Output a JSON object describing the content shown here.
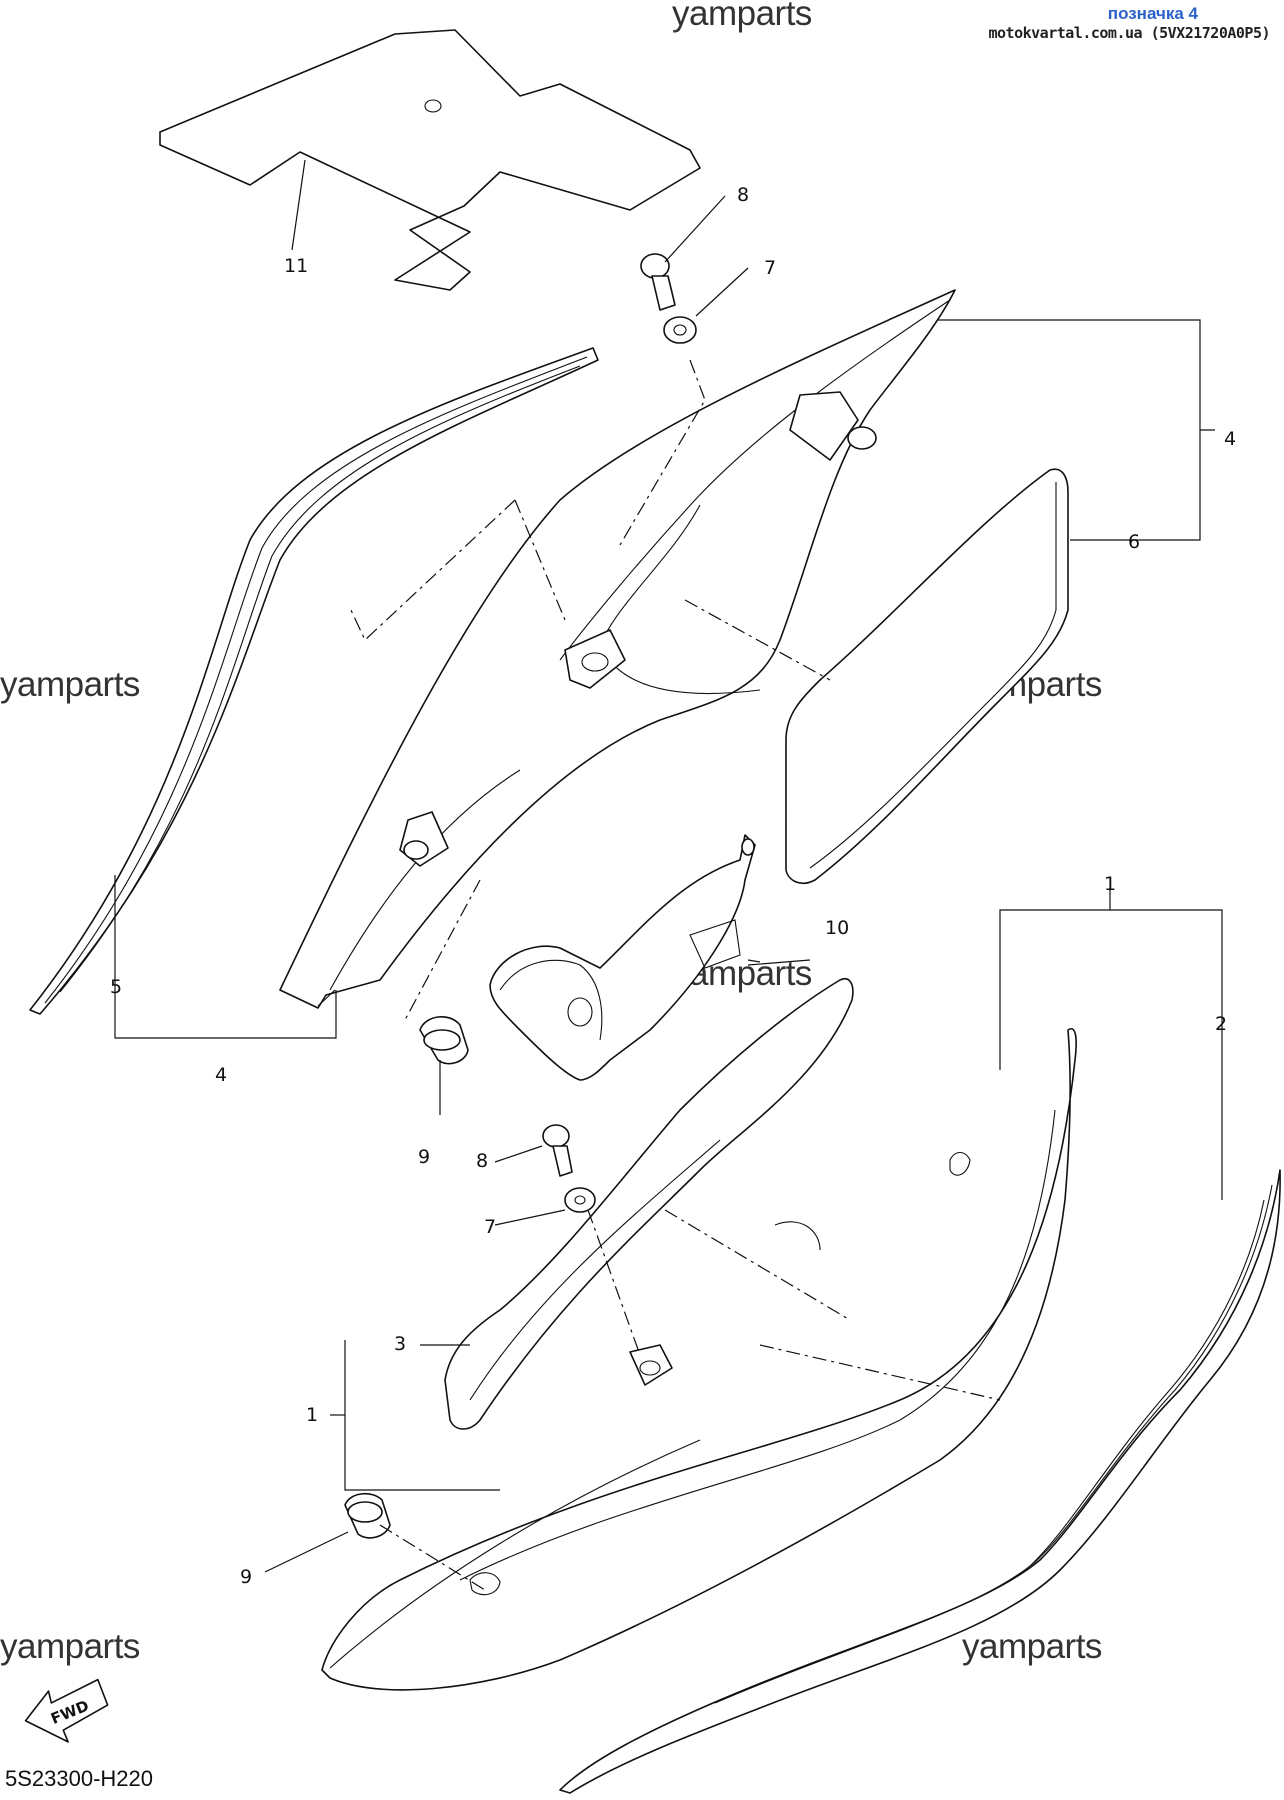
{
  "header": {
    "label": "позначка 4",
    "source": "motokvartal.com.ua (5VX21720A0P5)"
  },
  "watermark": "yamparts",
  "diagram_code": "5S23300-H220",
  "fwd_label": "FWD",
  "callouts": {
    "c1_top": "1",
    "c1_left": "1",
    "c2": "2",
    "c3": "3",
    "c4_right": "4",
    "c4_left": "4",
    "c5": "5",
    "c6": "6",
    "c7_top": "7",
    "c7_bottom": "7",
    "c8_top": "8",
    "c8_bottom": "8",
    "c9_top": "9",
    "c9_bottom": "9",
    "c10": "10",
    "c11": "11"
  },
  "colors": {
    "header_label": "#2b62c9",
    "line": "#111111",
    "background": "#ffffff"
  }
}
